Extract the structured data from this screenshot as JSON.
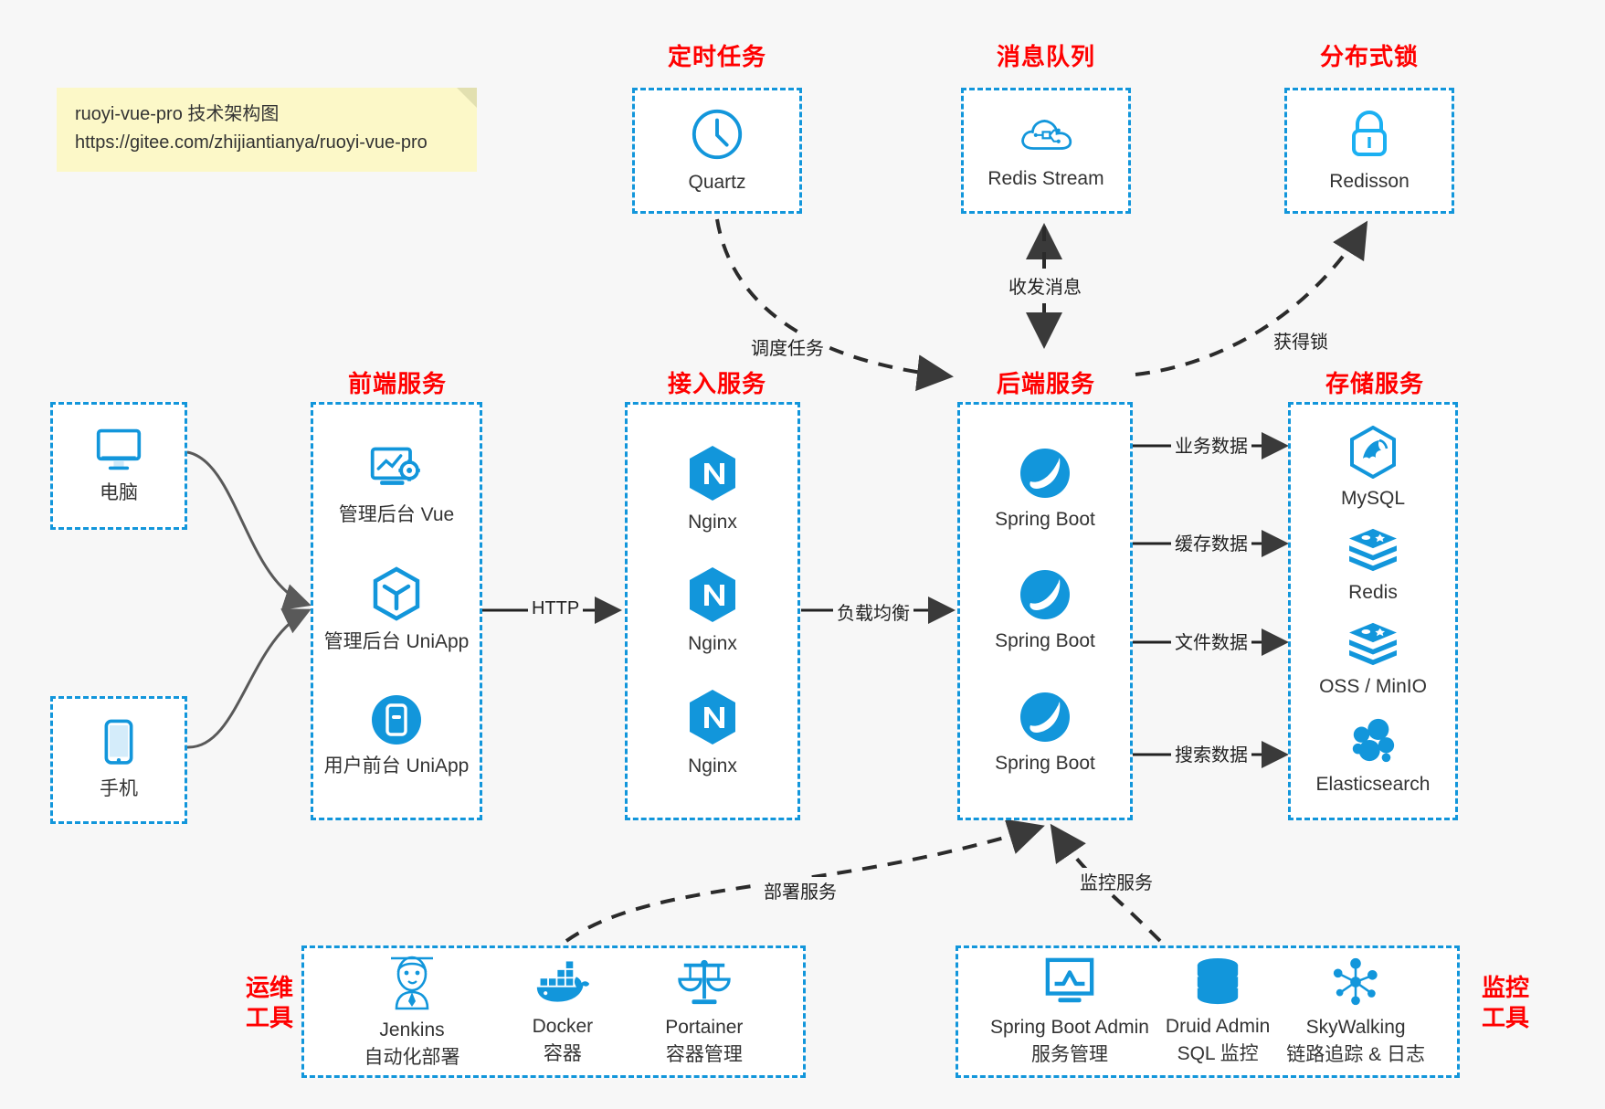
{
  "note": {
    "line1": "ruoyi-vue-pro 技术架构图",
    "line2": "https://gitee.com/zhijiantianya/ruoyi-vue-pro"
  },
  "colors": {
    "accent": "#1296db",
    "title": "#ff0000",
    "text": "#333333",
    "background": "#f7f7f7",
    "note_bg": "#fcf8c8"
  },
  "groups": {
    "scheduler": {
      "title": "定时任务",
      "nodes": [
        {
          "label": "Quartz",
          "icon": "clock-icon"
        }
      ]
    },
    "mq": {
      "title": "消息队列",
      "nodes": [
        {
          "label": "Redis Stream",
          "icon": "cloud-network-icon"
        }
      ]
    },
    "lock": {
      "title": "分布式锁",
      "nodes": [
        {
          "label": "Redisson",
          "icon": "padlock-icon"
        }
      ]
    },
    "clients": {
      "nodes": [
        {
          "label": "电脑",
          "icon": "desktop-monitor-icon"
        },
        {
          "label": "手机",
          "icon": "mobile-phone-icon"
        }
      ]
    },
    "frontend": {
      "title": "前端服务",
      "nodes": [
        {
          "label": "管理后台 Vue",
          "icon": "dashboard-gear-icon"
        },
        {
          "label": "管理后台 UniApp",
          "icon": "cube-icon"
        },
        {
          "label": "用户前台 UniApp",
          "icon": "app-window-icon"
        }
      ]
    },
    "gateway": {
      "title": "接入服务",
      "nodes": [
        {
          "label": "Nginx",
          "icon": "nginx-icon"
        },
        {
          "label": "Nginx",
          "icon": "nginx-icon"
        },
        {
          "label": "Nginx",
          "icon": "nginx-icon"
        }
      ]
    },
    "backend": {
      "title": "后端服务",
      "nodes": [
        {
          "label": "Spring Boot",
          "icon": "spring-boot-icon"
        },
        {
          "label": "Spring Boot",
          "icon": "spring-boot-icon"
        },
        {
          "label": "Spring Boot",
          "icon": "spring-boot-icon"
        }
      ]
    },
    "storage": {
      "title": "存储服务",
      "nodes": [
        {
          "label": "MySQL",
          "icon": "mysql-icon"
        },
        {
          "label": "Redis",
          "icon": "redis-icon"
        },
        {
          "label": "OSS / MinIO",
          "icon": "redis-icon"
        },
        {
          "label": "Elasticsearch",
          "icon": "elasticsearch-icon"
        }
      ]
    },
    "devops": {
      "title": "运维\n工具",
      "title_line1": "运维",
      "title_line2": "工具",
      "nodes": [
        {
          "label": "Jenkins",
          "sub": "自动化部署",
          "icon": "jenkins-butler-icon"
        },
        {
          "label": "Docker",
          "sub": "容器",
          "icon": "docker-whale-icon"
        },
        {
          "label": "Portainer",
          "sub": "容器管理",
          "icon": "scales-icon"
        }
      ]
    },
    "monitoring": {
      "title_line1": "监控",
      "title_line2": "工具",
      "nodes": [
        {
          "label": "Spring Boot Admin",
          "sub": "服务管理",
          "icon": "monitor-chart-icon"
        },
        {
          "label": "Druid Admin",
          "sub": "SQL 监控",
          "icon": "database-cylinder-icon"
        },
        {
          "label": "SkyWalking",
          "sub": "链路追踪 & 日志",
          "icon": "node-network-icon"
        }
      ]
    }
  },
  "edges": [
    {
      "label": "HTTP",
      "from": "frontend",
      "to": "gateway",
      "style": "solid"
    },
    {
      "label": "负载均衡",
      "from": "gateway",
      "to": "backend",
      "style": "solid"
    },
    {
      "label": "调度任务",
      "from": "scheduler",
      "to": "backend",
      "style": "dashed"
    },
    {
      "label": "收发消息",
      "from": "backend",
      "to": "mq",
      "style": "dashed"
    },
    {
      "label": "获得锁",
      "from": "backend",
      "to": "lock",
      "style": "dashed"
    },
    {
      "label": "业务数据",
      "from": "backend",
      "to": "mysql",
      "style": "solid"
    },
    {
      "label": "缓存数据",
      "from": "backend",
      "to": "redis",
      "style": "solid"
    },
    {
      "label": "文件数据",
      "from": "backend",
      "to": "oss",
      "style": "solid"
    },
    {
      "label": "搜索数据",
      "from": "backend",
      "to": "elasticsearch",
      "style": "solid"
    },
    {
      "label": "部署服务",
      "from": "devops",
      "to": "backend",
      "style": "dashed"
    },
    {
      "label": "监控服务",
      "from": "monitoring",
      "to": "backend",
      "style": "dashed"
    }
  ]
}
